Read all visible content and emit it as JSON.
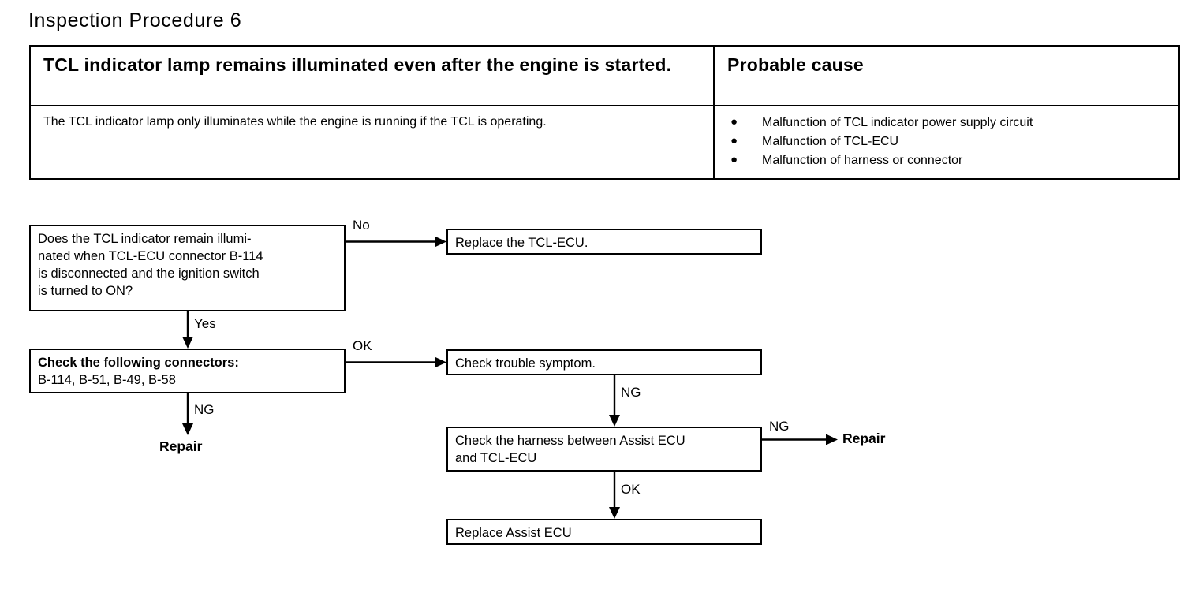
{
  "page": {
    "title": "Inspection Procedure 6"
  },
  "symptom_table": {
    "headers": {
      "symptom": "TCL indicator lamp remains illuminated even after the engine is started.",
      "probable_cause": "Probable cause"
    },
    "description": "The TCL indicator lamp only illuminates while the engine is running if the TCL is operating.",
    "bullet_glyph": "●",
    "causes": [
      "Malfunction of TCL indicator power supply circuit",
      "Malfunction of TCL-ECU",
      "Malfunction of harness or connector"
    ]
  },
  "flowchart": {
    "boxes": {
      "question": {
        "lines": [
          "Does the TCL indicator remain illumi-",
          "nated when TCL-ECU connector B-114",
          "is disconnected and the ignition switch",
          "is turned to ON?"
        ]
      },
      "replace_tcl_ecu": {
        "lines": [
          "Replace the TCL-ECU."
        ]
      },
      "check_connectors": {
        "lines": [
          "Check the following connectors:",
          "B-114, B-51, B-49, B-58"
        ]
      },
      "check_symptom": {
        "lines": [
          "Check trouble symptom."
        ]
      },
      "check_harness": {
        "lines": [
          "Check the harness between Assist ECU",
          "and TCL-ECU"
        ]
      },
      "replace_assist_ecu": {
        "lines": [
          "Replace Assist ECU"
        ]
      }
    },
    "labels": {
      "no": "No",
      "yes": "Yes",
      "ok_connectors": "OK",
      "ng_connectors": "NG",
      "ng_symptom": "NG",
      "ng_harness": "NG",
      "ok_harness": "OK"
    },
    "terminals": {
      "repair_left": "Repair",
      "repair_right": "Repair"
    }
  },
  "colors": {
    "ink": "#000000",
    "paper": "#ffffff"
  }
}
